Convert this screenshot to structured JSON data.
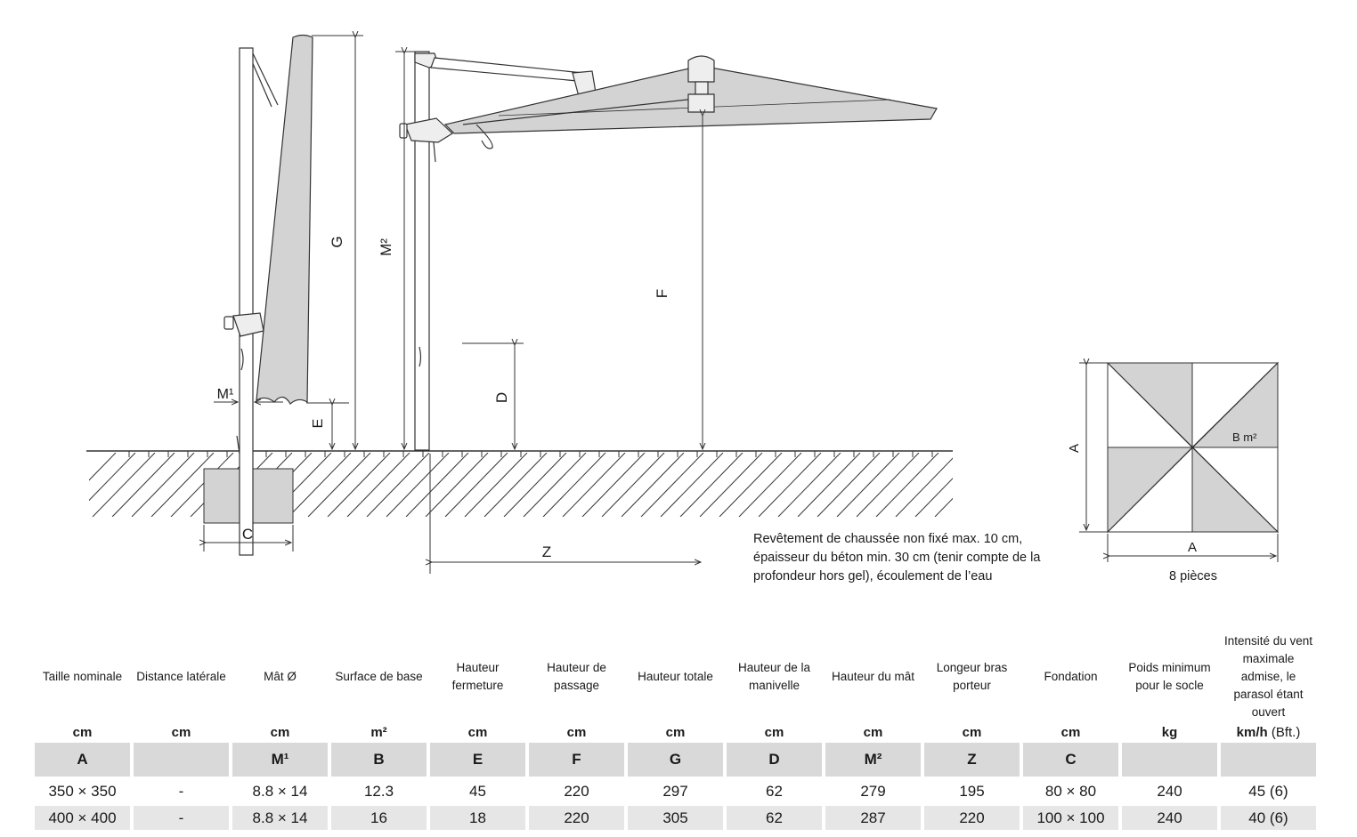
{
  "labels": {
    "G": "G",
    "M2": "M²",
    "F": "F",
    "D": "D",
    "E": "E",
    "M1": "M¹",
    "C": "C",
    "Z": "Z",
    "A_side": "A",
    "A_bottom": "A",
    "B": "B m²"
  },
  "note_lines": [
    "Revêtement de chaussée non fixé max. 10 cm,",
    "épaisseur du béton min. 30 cm (tenir compte de la",
    "profondeur hors gel), écoulement de l’eau"
  ],
  "pieces": "8 pièces",
  "table": {
    "headers": [
      "Taille nominale",
      "Distance latérale",
      "Mât Ø",
      "Surface de base",
      "Hauteur fermeture",
      "Hauteur de passage",
      "Hauteur totale",
      "Hauteur de la manivelle",
      "Hauteur du mât",
      "Longeur bras porteur",
      "Fondation",
      "Poids minimum pour le socle",
      "Intensité du vent maximale admise, le parasol étant ouvert"
    ],
    "units": [
      "cm",
      "cm",
      "cm",
      "m²",
      "cm",
      "cm",
      "cm",
      "cm",
      "cm",
      "cm",
      "cm",
      "kg",
      "km/h"
    ],
    "unit_extra": "(Bft.)",
    "codes": [
      "A",
      "",
      "M¹",
      "B",
      "E",
      "F",
      "G",
      "D",
      "M²",
      "Z",
      "C",
      "",
      ""
    ],
    "rows": [
      [
        "350 × 350",
        "-",
        "8.8 × 14",
        "12.3",
        "45",
        "220",
        "297",
        "62",
        "279",
        "195",
        "80 × 80",
        "240",
        "45 (6)"
      ],
      [
        "400 × 400",
        "-",
        "8.8 × 14",
        "16",
        "18",
        "220",
        "305",
        "62",
        "287",
        "220",
        "100 × 100",
        "240",
        "40 (6)"
      ]
    ]
  },
  "colors": {
    "line": "#333333",
    "fill_gray": "#d3d3d3",
    "code_bg": "#d9d9d9",
    "row_bg": "#e6e6e6"
  }
}
